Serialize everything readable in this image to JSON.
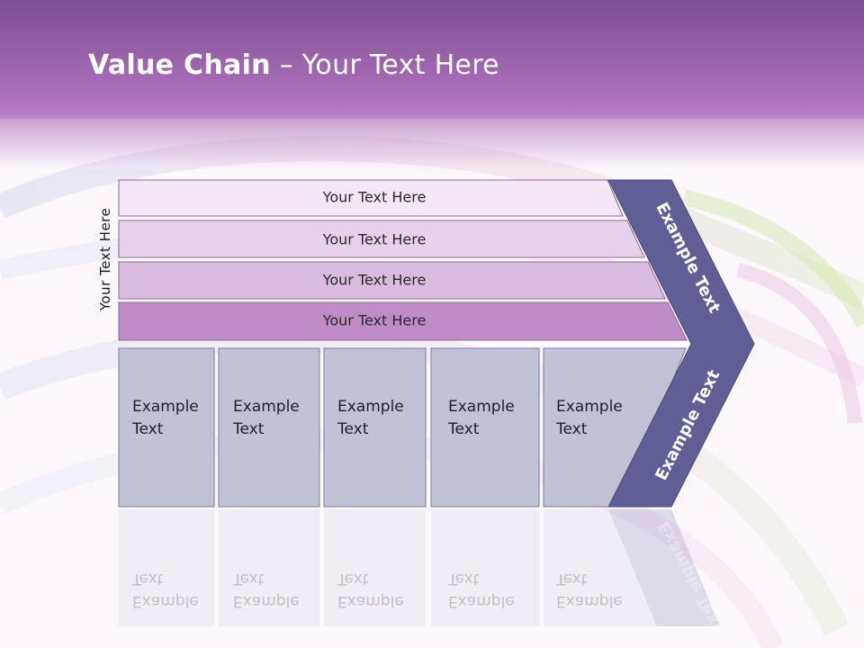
{
  "slide": {
    "title_bold": "Value Chain",
    "title_rest": " – Your Text Here",
    "side_label": "Your Text Here"
  },
  "bars": [
    {
      "label": "Your Text Here"
    },
    {
      "label": "Your Text Here"
    },
    {
      "label": "Your Text Here"
    },
    {
      "label": "Your Text Here"
    }
  ],
  "cells": [
    {
      "line1": "Example",
      "line2": "Text"
    },
    {
      "line1": "Example",
      "line2": "Text"
    },
    {
      "line1": "Example",
      "line2": "Text"
    },
    {
      "line1": "Example",
      "line2": "Text"
    },
    {
      "line1": "Example",
      "line2": "Text"
    }
  ],
  "chevron": {
    "upper_label": "Example Text",
    "lower_label": "Example Text"
  },
  "colors": {
    "header": "#a56bb5",
    "bar_1": "#f2e7f4",
    "bar_2": "#e6d2ea",
    "bar_3": "#d9bcdf",
    "bar_4": "#bf8cc8",
    "cell": "#c0c3d6",
    "chevron": "#5f5f96"
  }
}
